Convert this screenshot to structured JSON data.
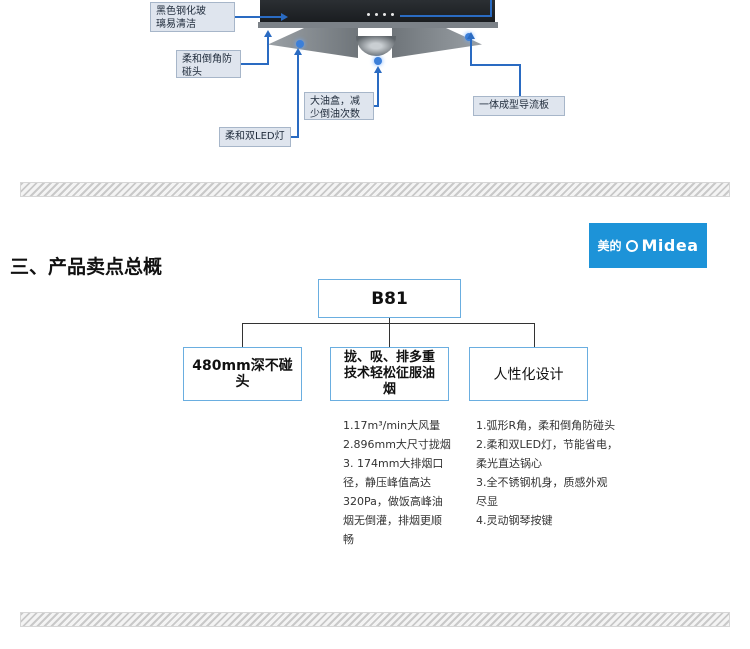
{
  "callouts": {
    "glass": "黑色钢化玻\n璃易清洁",
    "corner": "柔和倒角防\n碰头",
    "oilcup": "大油盒，减\n少倒油次数",
    "guide": "一体成型导流板",
    "led": "柔和双LED灯"
  },
  "section": {
    "title": "三、产品卖点总概"
  },
  "logo": {
    "cn": "美的",
    "en": "Midea"
  },
  "tree": {
    "root": "B81",
    "children": [
      "480mm深不碰\n头",
      "拢、吸、排多重\n技术轻松征服油\n烟",
      "人性化设计"
    ]
  },
  "details": {
    "col2": "1.17m³/min大风量\n2.896mm大尺寸拢烟\n3. 174mm大排烟口\n径，静压峰值高达\n320Pa，做饭高峰油\n烟无倒灌，排烟更顺\n畅",
    "col3": "1.弧形R角，柔和倒角防碰头\n2.柔和双LED灯，节能省电，\n柔光直达锅心\n3.全不锈钢机身，质感外观\n尽显\n4.灵动钢琴按键"
  },
  "colors": {
    "callout_line": "#2a6bc2",
    "callout_bg": "#dfe5ee",
    "box_border": "#6aaee0",
    "logo_bg": "#1d93d8"
  }
}
